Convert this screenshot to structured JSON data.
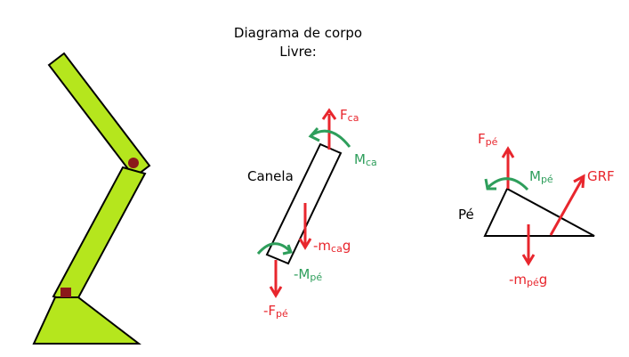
{
  "title": {
    "line1": "Diagrama de corpo",
    "line2": "Livre:"
  },
  "shin_diagram": {
    "segment_label": "Canela",
    "force_top": {
      "main": "F",
      "sub": "ca"
    },
    "moment_top": {
      "main": "M",
      "sub": "ca"
    },
    "weight": {
      "main": "-m",
      "sub": "ca",
      "suffix": "g"
    },
    "moment_bottom": {
      "main": "-M",
      "sub": "pé"
    },
    "force_bottom": {
      "main": "-F",
      "sub": "pé"
    }
  },
  "foot_diagram": {
    "segment_label": "Pé",
    "force_top": {
      "main": "F",
      "sub": "pé"
    },
    "moment": {
      "main": "M",
      "sub": "pé"
    },
    "ground_reaction": "GRF",
    "weight": {
      "main": "-m",
      "sub": "pé",
      "suffix": "g"
    }
  },
  "colors": {
    "force": "#e8262d",
    "moment": "#2e9e5b",
    "limb_fill": "#b5e61d",
    "joint": "#8b1a1a",
    "outline": "#000000"
  }
}
